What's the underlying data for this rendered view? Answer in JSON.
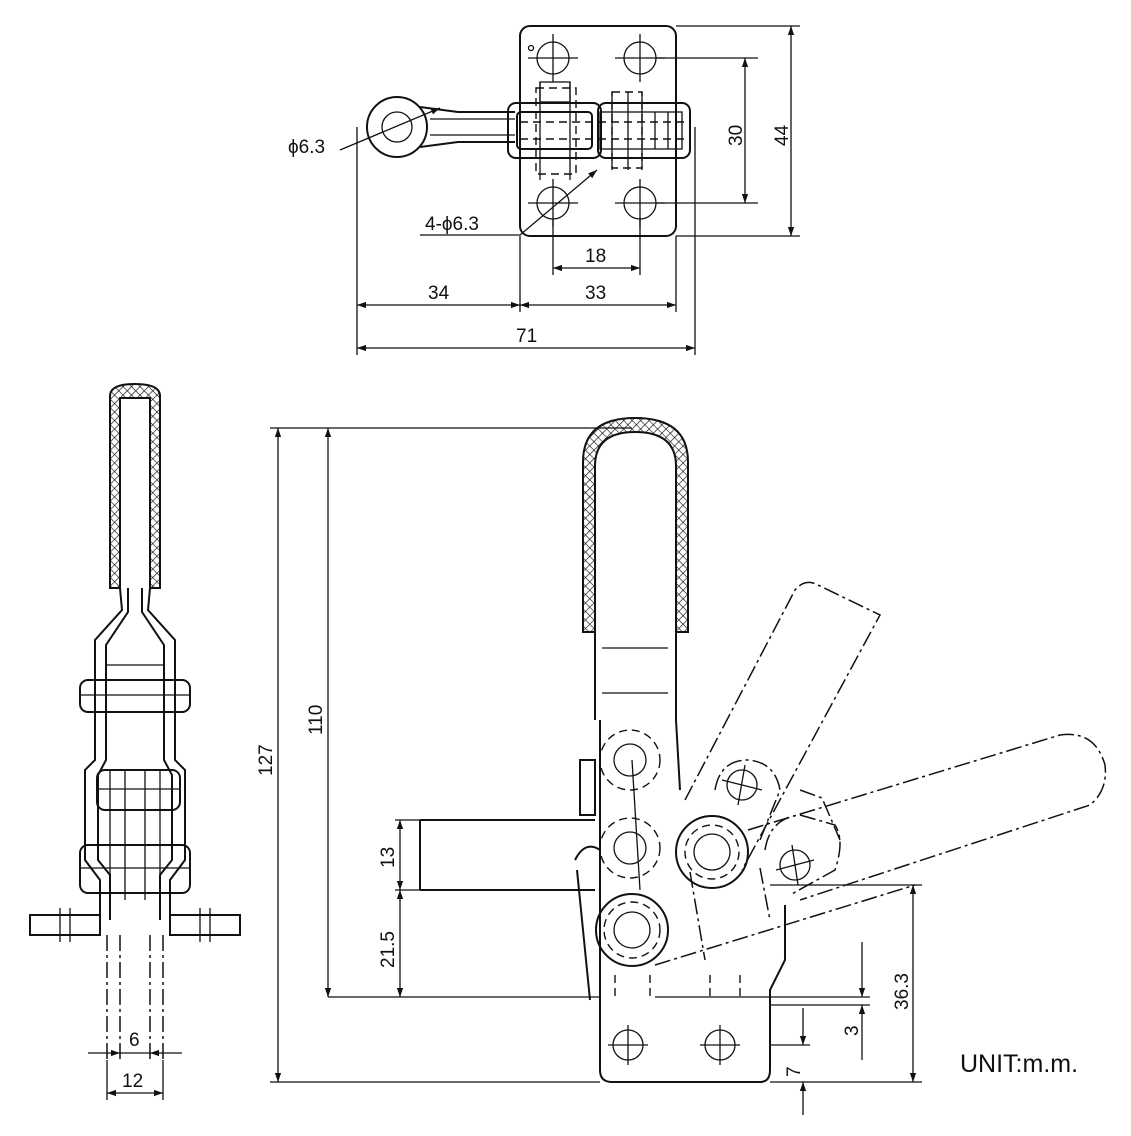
{
  "top_view": {
    "hole_single": "ϕ6.3",
    "hole_quad": "4-ϕ6.3",
    "dim_30": "30",
    "dim_44": "44",
    "dim_18": "18",
    "dim_34": "34",
    "dim_33": "33",
    "dim_71": "71"
  },
  "front_view": {
    "dim_127": "127",
    "dim_110": "110",
    "dim_13": "13",
    "dim_21_5": "21.5",
    "dim_36_3": "36.3",
    "dim_3": "3",
    "dim_7": "7"
  },
  "side_view": {
    "dim_6": "6",
    "dim_12": "12"
  },
  "unit_label": "UNIT:m.m."
}
